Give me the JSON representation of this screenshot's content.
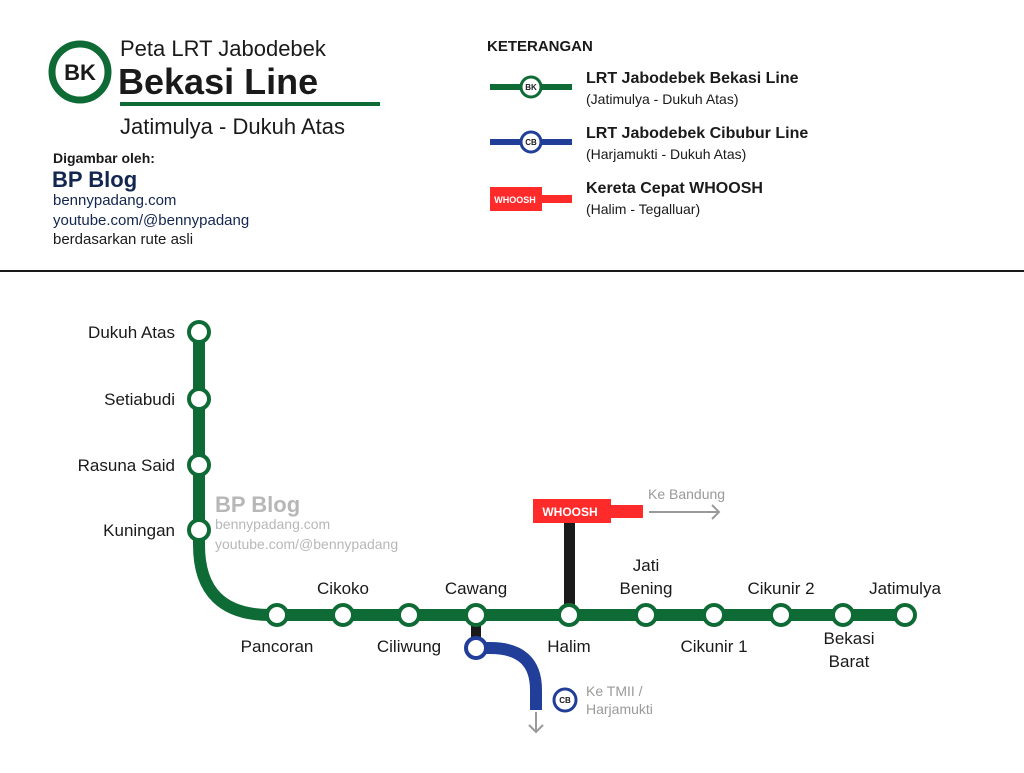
{
  "header": {
    "badge": "BK",
    "subtitle": "Peta LRT Jabodebek",
    "title": "Bekasi Line",
    "route": "Jatimulya - Dukuh Atas",
    "drawn_by": "Digambar oleh:",
    "blog": "BP Blog",
    "website": "bennypadang.com",
    "youtube": "youtube.com/@bennypadang",
    "note": "berdasarkan rute asli"
  },
  "legend": {
    "title": "KETERANGAN",
    "items": [
      {
        "badge": "BK",
        "name": "LRT Jabodebek Bekasi Line",
        "route": "(Jatimulya - Dukuh Atas)",
        "color": "#0f6b35"
      },
      {
        "badge": "CB",
        "name": "LRT Jabodebek Cibubur Line",
        "route": "(Harjamukti - Dukuh Atas)",
        "color": "#213f99"
      },
      {
        "badge": "WHOOSH",
        "name": "Kereta Cepat WHOOSH",
        "route": "(Halim - Tegalluar)",
        "color": "#ff2a2a"
      }
    ]
  },
  "stations": [
    {
      "name": "Dukuh Atas"
    },
    {
      "name": "Setiabudi"
    },
    {
      "name": "Rasuna Said"
    },
    {
      "name": "Kuningan"
    },
    {
      "name": "Pancoran"
    },
    {
      "name": "Cikoko"
    },
    {
      "name": "Ciliwung"
    },
    {
      "name": "Cawang"
    },
    {
      "name": "Halim"
    },
    {
      "name": "Jati",
      "name2": "Bening"
    },
    {
      "name": "Cikunir 1"
    },
    {
      "name": "Cikunir 2"
    },
    {
      "name": "Bekasi",
      "name2": "Barat"
    },
    {
      "name": "Jatimulya"
    }
  ],
  "whoosh": {
    "label": "WHOOSH",
    "direction": "Ke Bandung"
  },
  "cibubur": {
    "badge": "CB",
    "direction1": "Ke TMII /",
    "direction2": "Harjamukti"
  },
  "watermark": {
    "blog": "BP Blog",
    "website": "bennypadang.com",
    "youtube": "youtube.com/@bennypadang"
  },
  "colors": {
    "green": "#0f6b35",
    "blue": "#213f99",
    "red": "#ff2a2a",
    "black": "#1a1a1a"
  }
}
